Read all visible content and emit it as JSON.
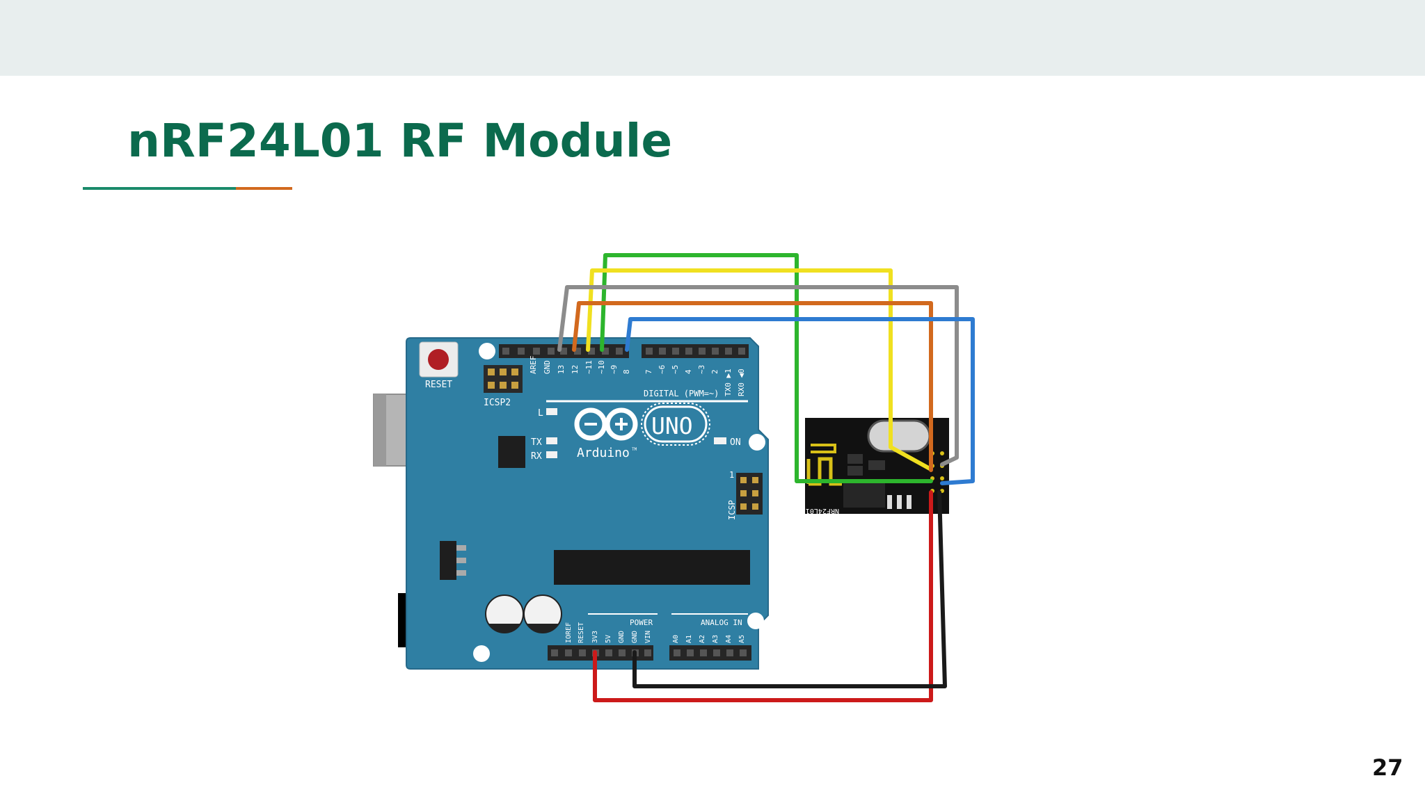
{
  "slide": {
    "title": "nRF24L01 RF Module",
    "page_number": "27"
  },
  "board": {
    "reset_label": "RESET",
    "icsp2_label": "ICSP2",
    "icsp_label": "ICSP",
    "icsp_pin1": "1",
    "l_label": "L",
    "tx_label": "TX",
    "rx_label": "RX",
    "on_label": "ON",
    "brand": "Arduino",
    "tm": "TM",
    "model": "UNO",
    "digital_label": "DIGITAL (PWM=~)",
    "power_label": "POWER",
    "analog_label": "ANALOG IN",
    "top_header_left": [
      "AREF",
      "GND",
      "13",
      "12",
      "~11",
      "~10",
      "~9",
      "8"
    ],
    "top_header_right": [
      "7",
      "~6",
      "~5",
      "4",
      "~3",
      "2",
      "TX0 ▶1",
      "RX0 ◀0"
    ],
    "power_pins": [
      "IOREF",
      "RESET",
      "3V3",
      "5V",
      "GND",
      "GND",
      "VIN"
    ],
    "analog_pins": [
      "A0",
      "A1",
      "A2",
      "A3",
      "A4",
      "A5"
    ]
  },
  "module": {
    "label": "NRF24L01"
  },
  "colors": {
    "accent_title": "#0b6a4d",
    "board_blue": "#2f7fa3",
    "wire_green": "#2db52d",
    "wire_yellow": "#f0e020",
    "wire_gray": "#8c8c8c",
    "wire_orange": "#d2691e",
    "wire_blue": "#2e7bd1",
    "wire_red": "#cc1a1a",
    "wire_black": "#1a1a1a"
  }
}
